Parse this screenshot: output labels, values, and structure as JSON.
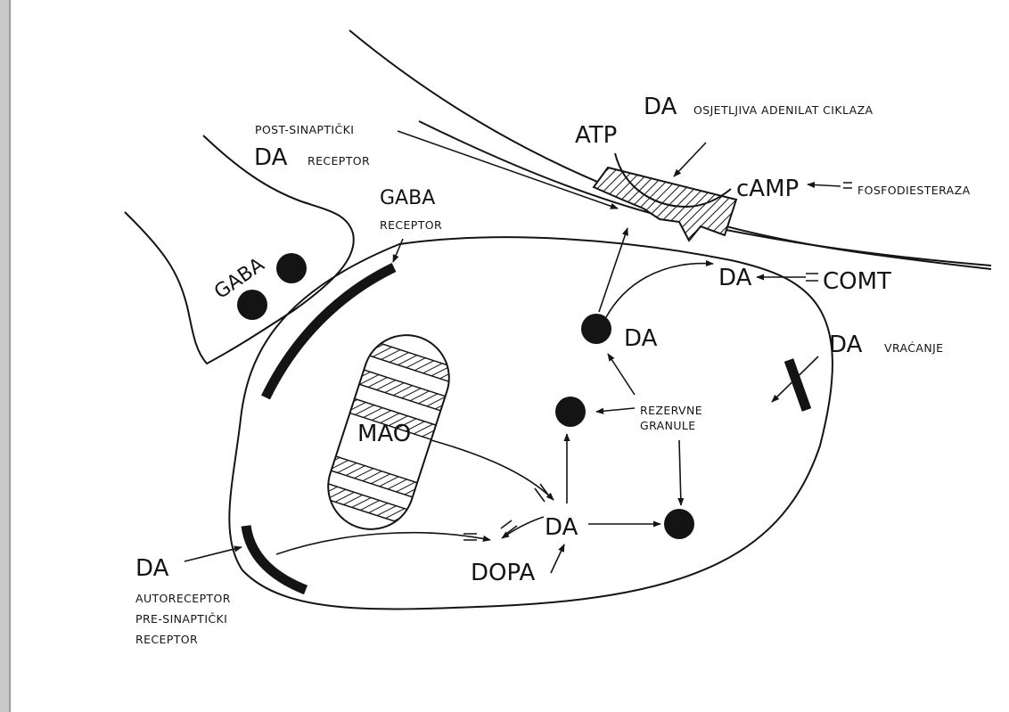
{
  "labels": {
    "da_adenylate_prefix": "DA",
    "da_adenylate": "OSJETLJIVA ADENILAT CIKLAZA",
    "atp": "ATP",
    "camp": "cAMP",
    "fosfodiesteraza": "FOSFODIESTERAZA",
    "post_sinapticki": "POST-SINAPTIČKI",
    "da_receptor_prefix": "DA",
    "da_receptor": "RECEPTOR",
    "gaba_receptor_1": "GABA",
    "gaba_receptor_2": "RECEPTOR",
    "gaba_terminal": "GABA",
    "da_comt": "DA",
    "comt": "COMT",
    "da_granule": "DA",
    "da_vracanje_prefix": "DA",
    "vracanje": "VRAĆANJE",
    "rezervne": "REZERVNE",
    "granule": "GRANULE",
    "mao": "MAO",
    "da_center": "DA",
    "dopa": "DOPA",
    "da_auto": "DA",
    "autoreceptor": "AUTORECEPTOR",
    "pre_sinapticki": "PRE-SINAPTIČKI",
    "receptor_bottom": "RECEPTOR"
  }
}
